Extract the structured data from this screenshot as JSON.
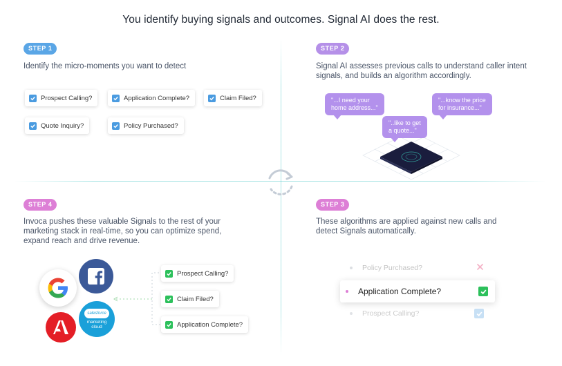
{
  "headline": "You identify buying signals and outcomes. Signal AI does the rest.",
  "steps": {
    "step1": {
      "badge": "STEP 1",
      "description": "Identify the micro-moments you want to detect",
      "chips": [
        "Prospect Calling?",
        "Application Complete?",
        "Claim Filed?",
        "Quote Inquiry?",
        "Policy Purchased?"
      ]
    },
    "step2": {
      "badge": "STEP 2",
      "description_line1": "Signal AI assesses previous calls to understand caller intent",
      "description_line2": "signals, and builds an algorithm accordingly.",
      "bubbles": [
        {
          "line1": "\"...I need your",
          "line2": "home address...\""
        },
        {
          "line1": "\"...know the price",
          "line2": "for insurance...\""
        },
        {
          "line1": "\"..like to get",
          "line2": "a quote...\""
        }
      ]
    },
    "step3": {
      "badge": "STEP 3",
      "description_line1": "These algorithms are applied against new calls and",
      "description_line2": "detect Signals automatically.",
      "rows": [
        {
          "label": "Policy Purchased?",
          "status": "x"
        },
        {
          "label": "Application Complete?",
          "status": "check"
        },
        {
          "label": "Prospect Calling?",
          "status": "check"
        }
      ]
    },
    "step4": {
      "badge": "STEP 4",
      "description_line1": "Invoca pushes these valuable Signals to the rest of your",
      "description_line2": "marketing stack in real-time, so you can optimize spend,",
      "description_line3": "expand reach and drive revenue.",
      "chips": [
        "Prospect Calling?",
        "Claim Filed?",
        "Application Complete?"
      ],
      "logos": [
        "google",
        "facebook",
        "adobe",
        "salesforce-marketing-cloud"
      ],
      "salesforce_text1": "salesforce",
      "salesforce_text2": "marketing",
      "salesforce_text3": "cloud"
    }
  },
  "colors": {
    "step1": "#5aa6e6",
    "step2": "#b590e8",
    "step3": "#dd7fd6",
    "step4": "#dd7fd6",
    "check_blue": "#4a9be0",
    "check_green": "#2cc05b",
    "bubble": "#b391ec",
    "grid_line": "#4ac8c8"
  }
}
